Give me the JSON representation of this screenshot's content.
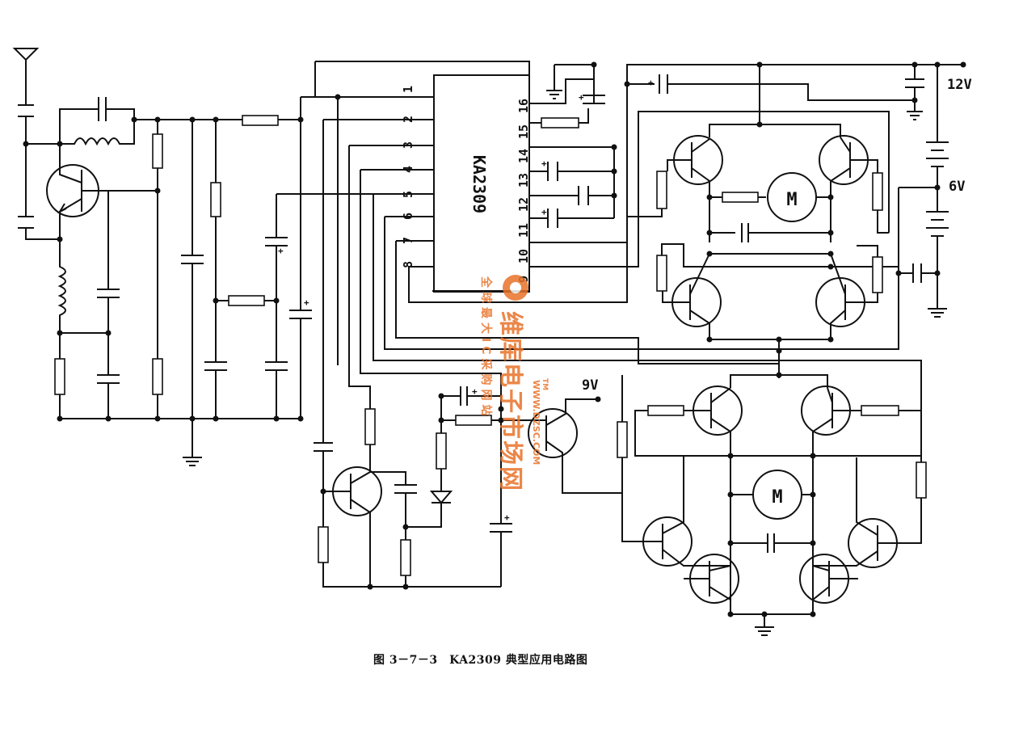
{
  "ic": {
    "name": "KA2309",
    "left_pins": [
      "1",
      "2",
      "3",
      "4",
      "5",
      "6",
      "7",
      "8"
    ],
    "right_pins": [
      "16",
      "15",
      "14",
      "13",
      "12",
      "11",
      "10",
      "9"
    ]
  },
  "supply": {
    "v12": "12V",
    "v6": "6V",
    "v9": "9V"
  },
  "motor_label": "M",
  "polarity_mark": "+",
  "caption": "图 3－7－3　KA2309 典型应用电路图",
  "watermark": {
    "brand": "维库电子市场网",
    "slogan": "全球最大IC采购网站",
    "url": "WWW.DZSC.COM",
    "tm": "TM"
  },
  "colors": {
    "ink": "#111111",
    "watermark": "#e8732a",
    "background": "#ffffff"
  }
}
